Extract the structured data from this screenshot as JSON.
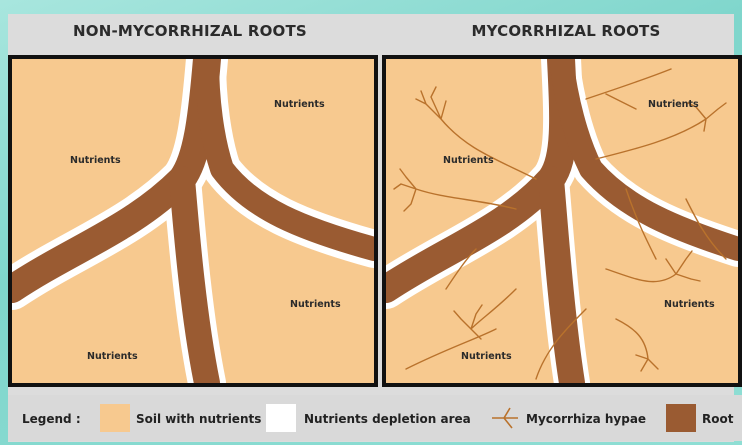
{
  "titles": {
    "left": "NON-MYCORRHIZAL ROOTS",
    "right": "MYCORRHIZAL ROOTS"
  },
  "left_panel": {
    "labels": [
      "Nutrients",
      "Nutrients",
      "Nutrients",
      "Nutrients"
    ]
  },
  "right_panel": {
    "labels": [
      "Nutrients",
      "Nutrients",
      "Nutrients",
      "Nutrients"
    ]
  },
  "legend": {
    "title": "Legend :",
    "items": [
      {
        "label": "Soil with nutrients",
        "color": "#f7c98f"
      },
      {
        "label": "Nutrients depletion area",
        "color": "#ffffff"
      },
      {
        "label": "Mycorrhiza hypae",
        "color": "#b9722c"
      },
      {
        "label": "Root",
        "color": "#9a5b32"
      }
    ]
  },
  "colors": {
    "soil": "#f7c98f",
    "depletion": "#ffffff",
    "root": "#9a5b32",
    "hyphae": "#b9722c",
    "border": "#111111"
  }
}
